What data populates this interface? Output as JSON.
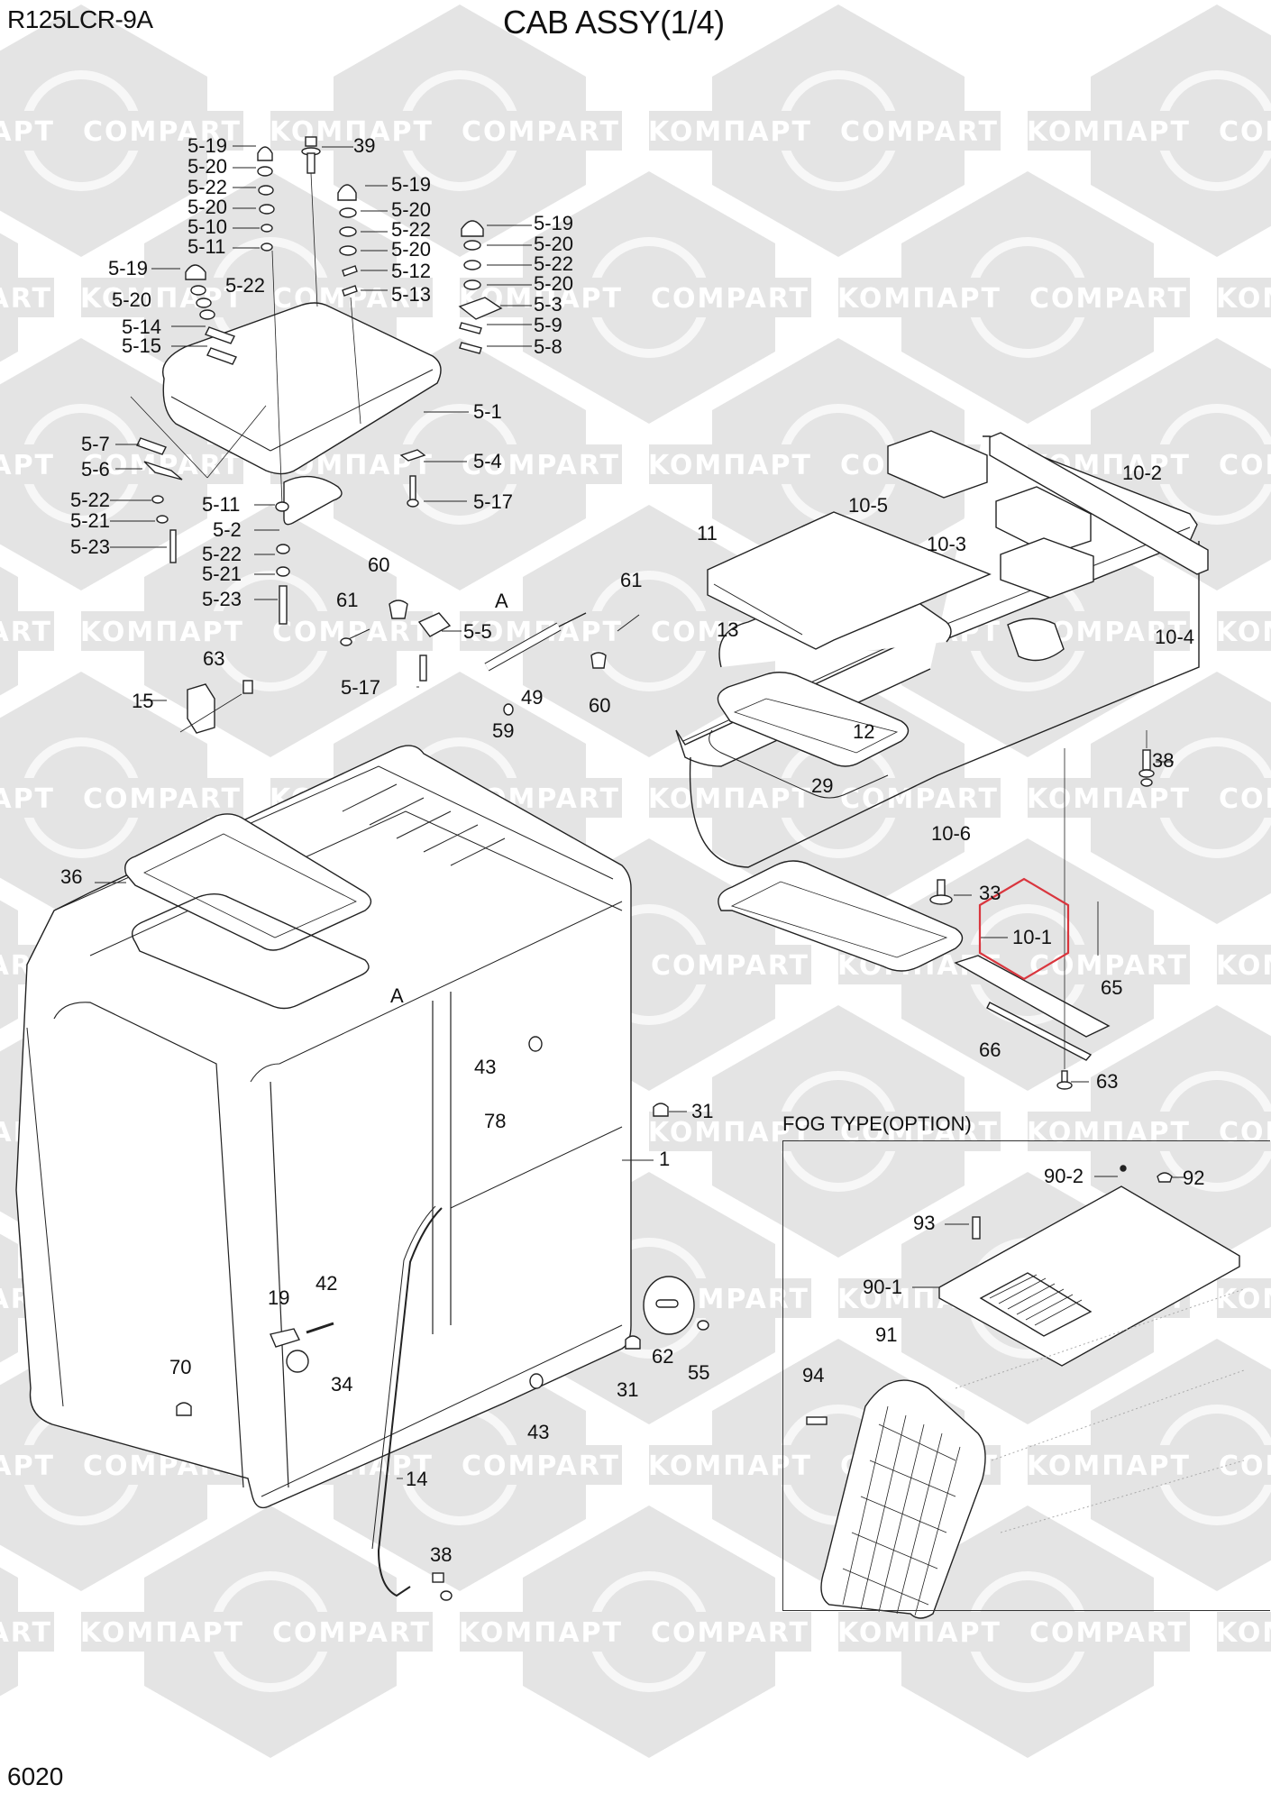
{
  "header": {
    "model": "R125LCR-9A",
    "title": "CAB ASSY(1/4)"
  },
  "footer": {
    "page_number": "6020"
  },
  "watermark": {
    "texts": [
      "KOMПAPT",
      "COMPART"
    ],
    "color": "#e4e4e4"
  },
  "highlight": {
    "part": "10-1",
    "color": "#d9363e"
  },
  "fog_option": {
    "title": "FOG TYPE(OPTION)"
  },
  "callouts": [
    {
      "id": "5-19",
      "text": "5-19"
    },
    {
      "id": "5-20",
      "text": "5-20"
    },
    {
      "id": "5-22",
      "text": "5-22"
    },
    {
      "id": "5-20",
      "text": "5-20"
    },
    {
      "id": "5-10",
      "text": "5-10"
    },
    {
      "id": "5-11",
      "text": "5-11"
    },
    {
      "id": "39",
      "text": "39"
    },
    {
      "id": "5-19",
      "text": "5-19"
    },
    {
      "id": "5-20",
      "text": "5-20"
    },
    {
      "id": "5-22",
      "text": "5-22"
    },
    {
      "id": "5-20",
      "text": "5-20"
    },
    {
      "id": "5-12",
      "text": "5-12"
    },
    {
      "id": "5-13",
      "text": "5-13"
    },
    {
      "id": "5-19",
      "text": "5-19"
    },
    {
      "id": "5-20",
      "text": "5-20"
    },
    {
      "id": "5-22",
      "text": "5-22"
    },
    {
      "id": "5-20",
      "text": "5-20"
    },
    {
      "id": "5-3",
      "text": "5-3"
    },
    {
      "id": "5-9",
      "text": "5-9"
    },
    {
      "id": "5-8",
      "text": "5-8"
    },
    {
      "id": "5-19",
      "text": "5-19"
    },
    {
      "id": "5-22",
      "text": "5-22"
    },
    {
      "id": "5-20",
      "text": "5-20"
    },
    {
      "id": "5-14",
      "text": "5-14"
    },
    {
      "id": "5-15",
      "text": "5-15"
    },
    {
      "id": "5-1",
      "text": "5-1"
    },
    {
      "id": "5-7",
      "text": "5-7"
    },
    {
      "id": "5-6",
      "text": "5-6"
    },
    {
      "id": "5-4",
      "text": "5-4"
    },
    {
      "id": "5-22",
      "text": "5-22"
    },
    {
      "id": "5-21",
      "text": "5-21"
    },
    {
      "id": "5-23",
      "text": "5-23"
    },
    {
      "id": "5-11",
      "text": "5-11"
    },
    {
      "id": "5-17",
      "text": "5-17"
    },
    {
      "id": "5-2",
      "text": "5-2"
    },
    {
      "id": "5-22",
      "text": "5-22"
    },
    {
      "id": "5-21",
      "text": "5-21"
    },
    {
      "id": "5-23",
      "text": "5-23"
    },
    {
      "id": "60",
      "text": "60"
    },
    {
      "id": "61",
      "text": "61"
    },
    {
      "id": "A",
      "text": "A"
    },
    {
      "id": "61",
      "text": "61"
    },
    {
      "id": "5-5",
      "text": "5-5"
    },
    {
      "id": "63",
      "text": "63"
    },
    {
      "id": "15",
      "text": "15"
    },
    {
      "id": "5-17",
      "text": "5-17"
    },
    {
      "id": "49",
      "text": "49"
    },
    {
      "id": "59",
      "text": "59"
    },
    {
      "id": "60",
      "text": "60"
    },
    {
      "id": "10-2",
      "text": "10-2"
    },
    {
      "id": "10-5",
      "text": "10-5"
    },
    {
      "id": "11",
      "text": "11"
    },
    {
      "id": "10-3",
      "text": "10-3"
    },
    {
      "id": "13",
      "text": "13"
    },
    {
      "id": "10-4",
      "text": "10-4"
    },
    {
      "id": "12",
      "text": "12"
    },
    {
      "id": "38",
      "text": "38"
    },
    {
      "id": "29",
      "text": "29"
    },
    {
      "id": "10-6",
      "text": "10-6"
    },
    {
      "id": "36",
      "text": "36"
    },
    {
      "id": "33",
      "text": "33"
    },
    {
      "id": "10-1",
      "text": "10-1"
    },
    {
      "id": "A",
      "text": "A"
    },
    {
      "id": "65",
      "text": "65"
    },
    {
      "id": "66",
      "text": "66"
    },
    {
      "id": "43",
      "text": "43"
    },
    {
      "id": "63",
      "text": "63"
    },
    {
      "id": "31",
      "text": "31"
    },
    {
      "id": "78",
      "text": "78"
    },
    {
      "id": "1",
      "text": "1"
    },
    {
      "id": "90-2",
      "text": "90-2"
    },
    {
      "id": "92",
      "text": "92"
    },
    {
      "id": "93",
      "text": "93"
    },
    {
      "id": "42",
      "text": "42"
    },
    {
      "id": "90-1",
      "text": "90-1"
    },
    {
      "id": "19",
      "text": "19"
    },
    {
      "id": "62",
      "text": "62"
    },
    {
      "id": "55",
      "text": "55"
    },
    {
      "id": "91",
      "text": "91"
    },
    {
      "id": "70",
      "text": "70"
    },
    {
      "id": "34",
      "text": "34"
    },
    {
      "id": "31",
      "text": "31"
    },
    {
      "id": "94",
      "text": "94"
    },
    {
      "id": "43",
      "text": "43"
    },
    {
      "id": "14",
      "text": "14"
    },
    {
      "id": "38",
      "text": "38"
    }
  ]
}
